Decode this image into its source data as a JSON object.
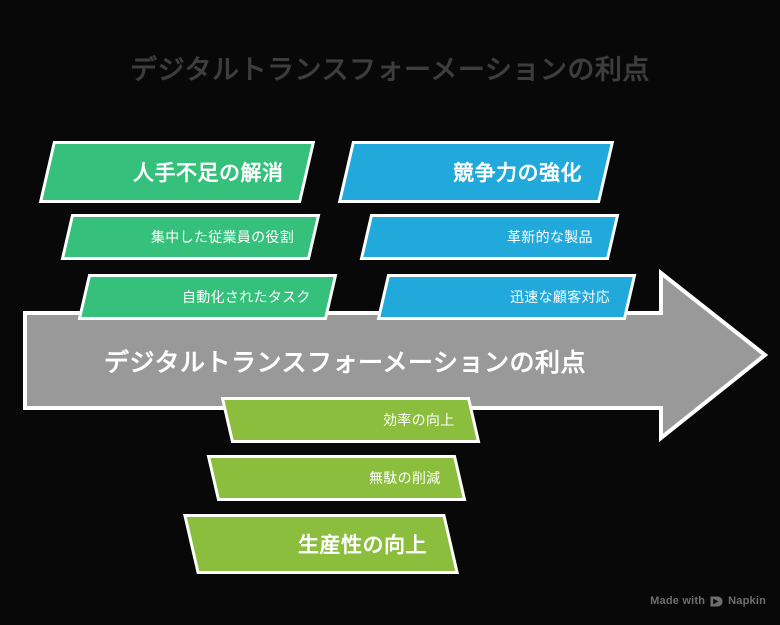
{
  "page": {
    "title": "デジタルトランスフォーメーションの利点",
    "background_color": "#080808",
    "title_color": "#3d3d3d"
  },
  "diagram": {
    "type": "fishbone-arrow",
    "center_arrow": {
      "label": "デジタルトランスフォーメーションの利点",
      "color": "#999999",
      "text_color": "#ffffff",
      "direction": "right"
    },
    "branches": [
      {
        "id": "workforce",
        "position": "top-left",
        "color": "#35c07b",
        "items": [
          {
            "label": "人手不足の解消",
            "emphasis": "bold"
          },
          {
            "label": "集中した従業員の役割",
            "emphasis": "normal"
          },
          {
            "label": "自動化されたタスク",
            "emphasis": "normal"
          }
        ]
      },
      {
        "id": "competitiveness",
        "position": "top-right",
        "color": "#21a9dc",
        "items": [
          {
            "label": "競争力の強化",
            "emphasis": "bold"
          },
          {
            "label": "革新的な製品",
            "emphasis": "normal"
          },
          {
            "label": "迅速な顧客対応",
            "emphasis": "normal"
          }
        ]
      },
      {
        "id": "productivity",
        "position": "bottom-center",
        "color": "#8cbe3e",
        "items": [
          {
            "label": "効率の向上",
            "emphasis": "normal"
          },
          {
            "label": "無駄の削減",
            "emphasis": "normal"
          },
          {
            "label": "生産性の向上",
            "emphasis": "bold"
          }
        ]
      }
    ]
  },
  "watermark": {
    "prefix": "Made with",
    "brand": "Napkin",
    "icon": "napkin-logo-icon",
    "color": "#6e6e6e"
  }
}
